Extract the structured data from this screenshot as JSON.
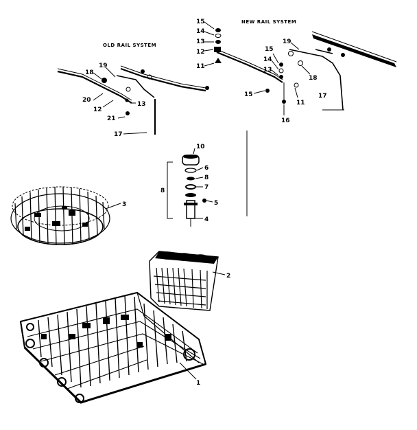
{
  "diagram": {
    "captions": {
      "old_rail": "OLD RAIL SYSTEM",
      "new_rail": "NEW RAIL SYSTEM"
    },
    "callouts": {
      "old_18": "18",
      "old_19": "19",
      "old_20": "20",
      "old_12": "12",
      "old_13": "13",
      "old_21": "21",
      "old_17": "17",
      "new_15a": "15",
      "new_14a": "14",
      "new_13a": "13",
      "new_12": "12",
      "new_11a": "11",
      "new_15b": "15",
      "new_14b": "14",
      "new_13b": "13",
      "new_15c": "15",
      "new_11b": "11",
      "new_16": "16",
      "new_19": "19",
      "new_18": "18",
      "new_17": "17",
      "arm_10": "10",
      "arm_6": "6",
      "arm_8a": "8",
      "arm_7": "7",
      "arm_8b": "8",
      "arm_5": "5",
      "arm_4": "4",
      "rack_3": "3",
      "basket_2": "2",
      "rack_1": "1"
    }
  }
}
